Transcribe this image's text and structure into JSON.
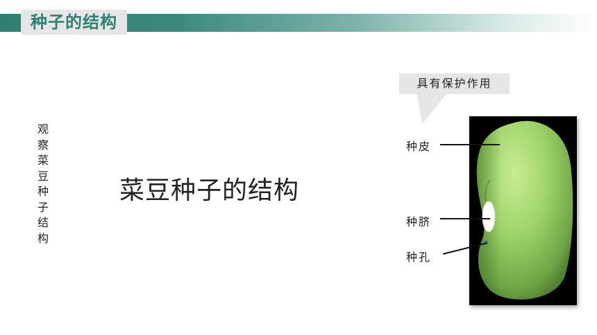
{
  "header": {
    "title": "种子的结构"
  },
  "side_caption": "观察菜豆种子结构",
  "main_title": "菜豆种子的结构",
  "callout": {
    "text": "具有保护作用"
  },
  "labels": {
    "seed_coat": "种皮",
    "hilum": "种脐",
    "micropyle": "种孔"
  },
  "colors": {
    "accent": "#2f7f72",
    "seed_green": "#9fd36a",
    "frame": "#000000"
  }
}
